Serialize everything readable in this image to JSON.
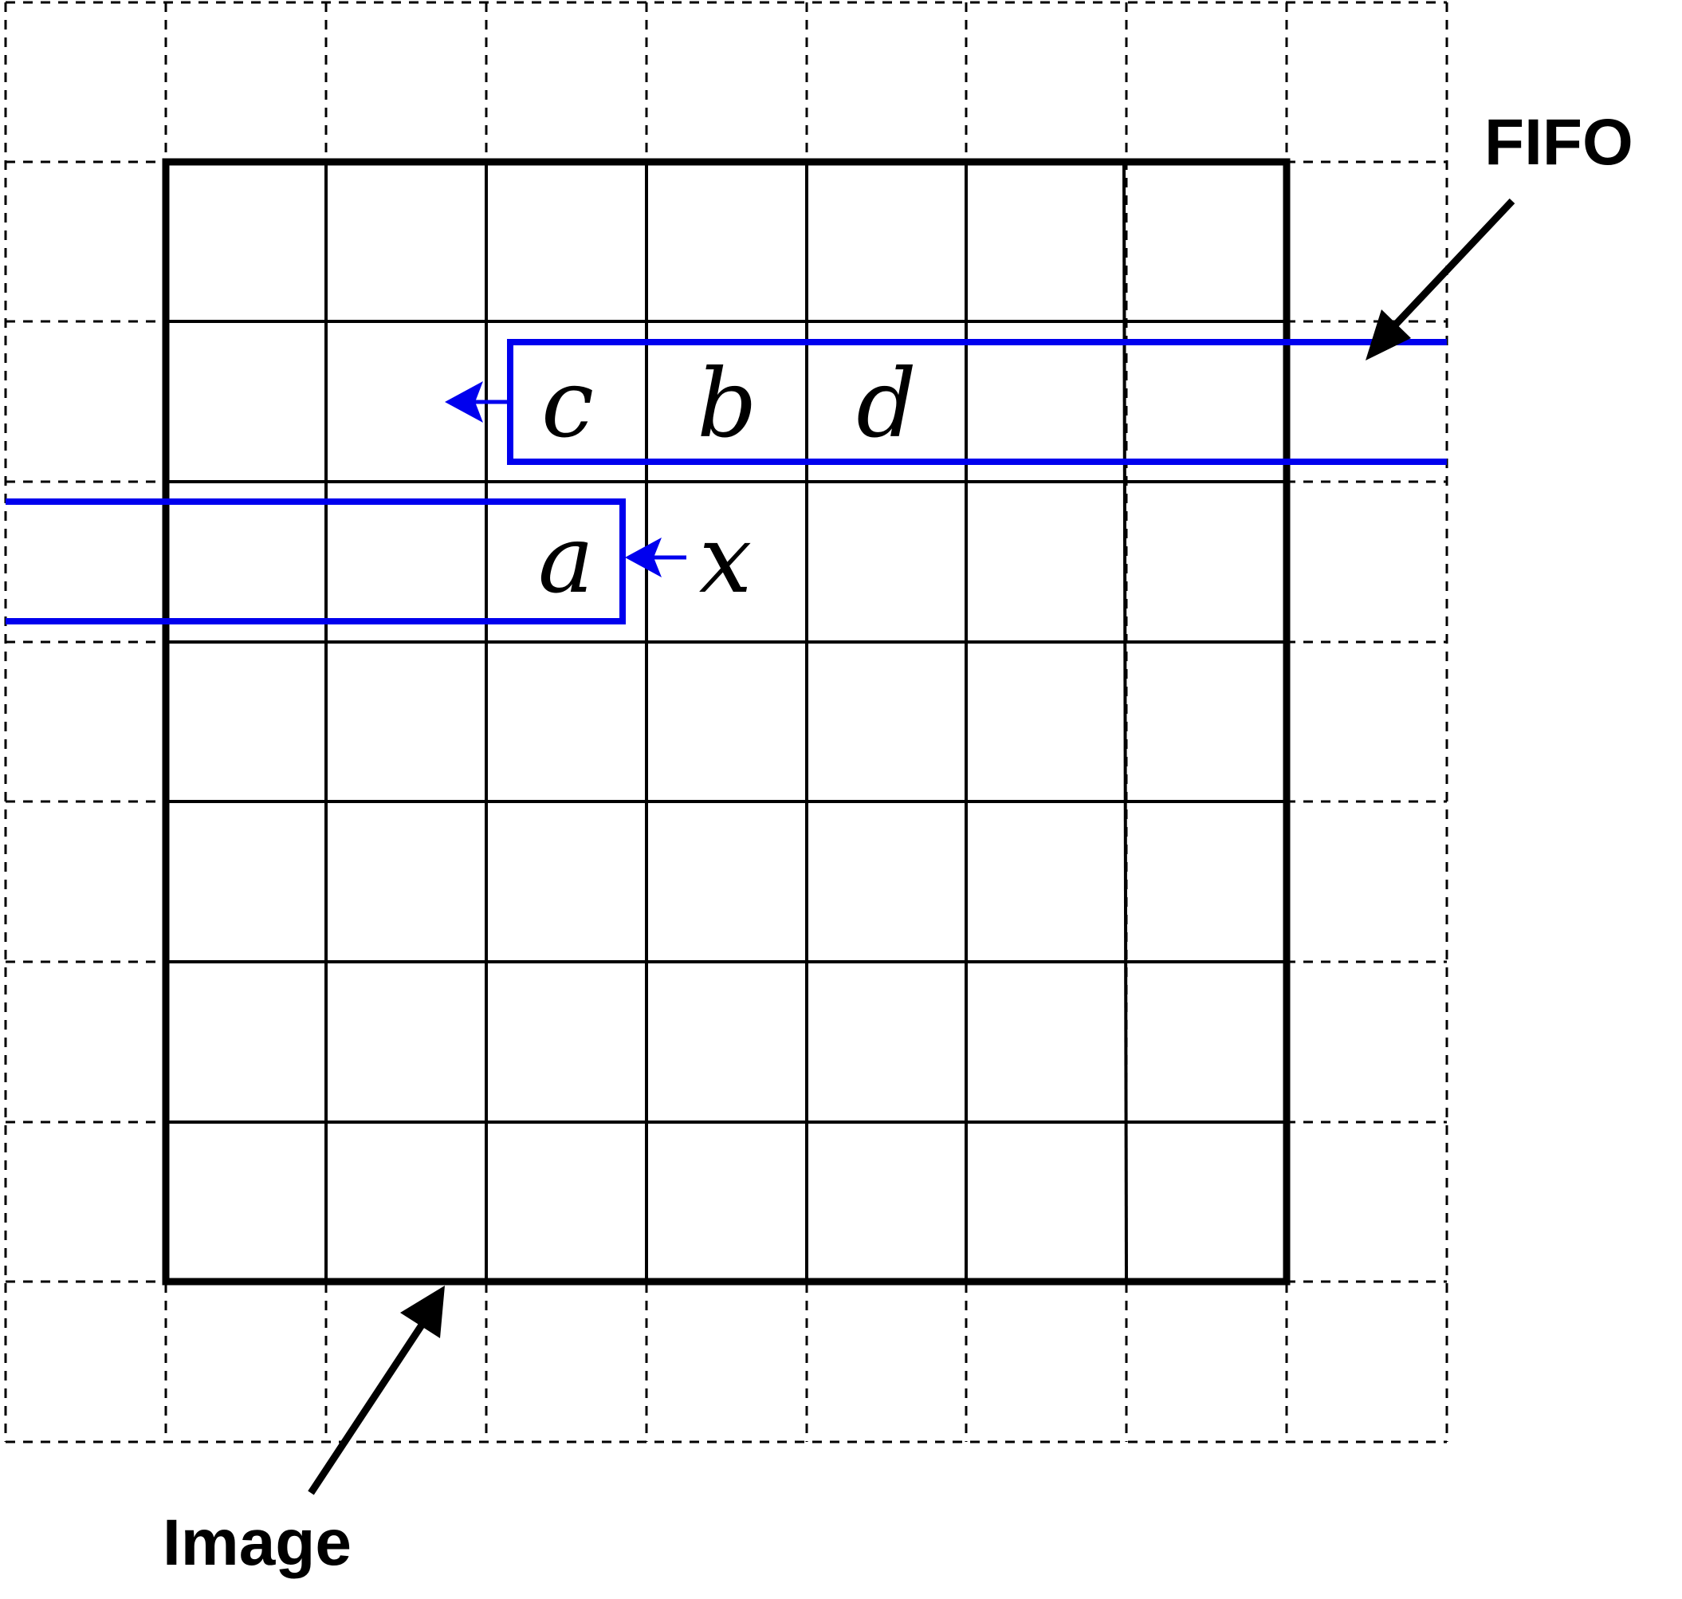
{
  "labels": {
    "fifo": "FIFO",
    "image": "Image"
  },
  "pixels": {
    "upper_row": [
      "c",
      "b",
      "d"
    ],
    "lower_row": [
      "a"
    ],
    "incoming": "x"
  },
  "grid": {
    "cells": 9,
    "image_cells": 7
  },
  "colors": {
    "buffer": "#0000ee",
    "grid": "#000000"
  }
}
